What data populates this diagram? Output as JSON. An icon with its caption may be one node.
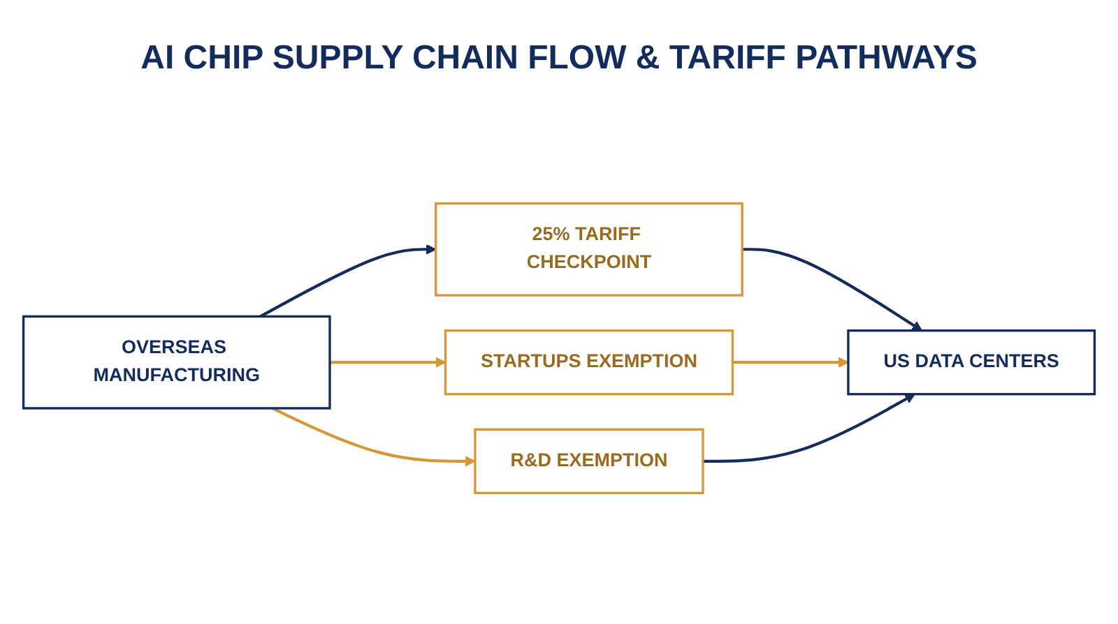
{
  "diagram": {
    "title": "AI CHIP SUPPLY CHAIN FLOW & TARIFF PATHWAYS",
    "nodes": [
      {
        "text": [
          "OVERSEAS MANUFACTURING"
        ]
      },
      {
        "text": [
          "25% TARIFF CHECKPOINT"
        ]
      },
      {
        "text": [
          "STARTUPS EXEMPTION"
        ]
      },
      {
        "text": [
          "R&D EXEMPTION"
        ]
      },
      {
        "text": [
          "US DATA CENTERS"
        ]
      }
    ],
    "edges": [
      {
        "from": 0,
        "to": 1,
        "arrow": "to"
      },
      {
        "from": 0,
        "to": 2,
        "arrow": "to",
        "color": "#d4973a"
      },
      {
        "from": 0,
        "to": 3,
        "arrow": "to",
        "color": "#d4973a"
      },
      {
        "from": 1,
        "to": 4,
        "arrow": "to"
      },
      {
        "from": 2,
        "to": 4,
        "arrow": "to",
        "color": "#d4973a"
      },
      {
        "from": 3,
        "to": 4,
        "arrow": "to"
      }
    ]
  }
}
